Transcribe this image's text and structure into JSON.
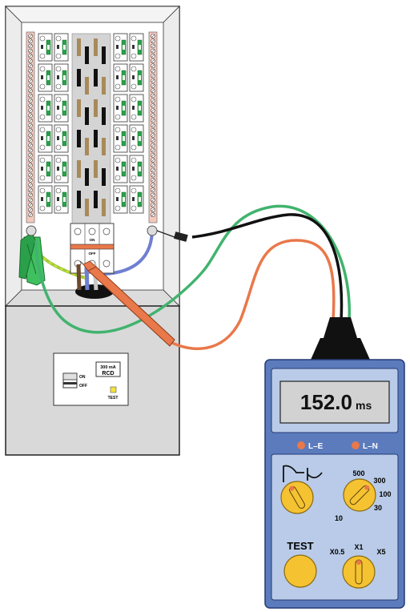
{
  "rcd_panel": {
    "switch_on": "ON",
    "switch_off": "OFF",
    "rating_line1": "300 mA",
    "rating_line2": "RCD",
    "test_label": "TEST"
  },
  "main_switch": {
    "on": "ON",
    "off": "OFF"
  },
  "tester": {
    "display_value": "152.0",
    "display_unit": "ms",
    "led_le": "L–E",
    "led_ln": "L–N",
    "range_labels": [
      "500",
      "300",
      "100",
      "30",
      "10"
    ],
    "test_button": "TEST",
    "multiplier_labels": [
      "X0.5",
      "X1",
      "X5"
    ]
  },
  "colors": {
    "tester_body": "#5b7bbd",
    "tester_panel": "#b9cbe8",
    "knob": "#f5c232",
    "lead_red": "#e9784a",
    "lead_green": "#41b36e",
    "lead_black": "#111111",
    "panel_grey": "#d9d9d9",
    "terminal": "#f3c9bd",
    "neutral_wire": "#6f7fd1"
  }
}
